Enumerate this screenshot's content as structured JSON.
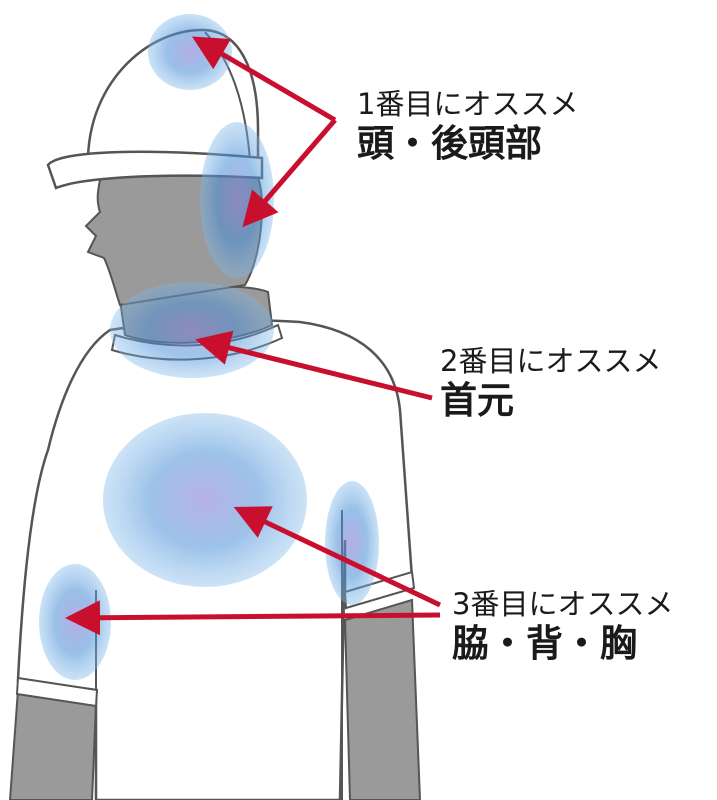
{
  "labels": [
    {
      "rank": "1番目にオススメ",
      "areas": "頭・後頭部"
    },
    {
      "rank": "2番目にオススメ",
      "areas": "首元"
    },
    {
      "rank": "3番目にオススメ",
      "areas": "脇・背・胸"
    }
  ],
  "colors": {
    "arrow": "#c8102e",
    "highlight": "#4a8fd6",
    "skin": "#9a9a9a",
    "outline": "#555555",
    "shirt": "#ffffff",
    "helmet": "#ffffff"
  }
}
